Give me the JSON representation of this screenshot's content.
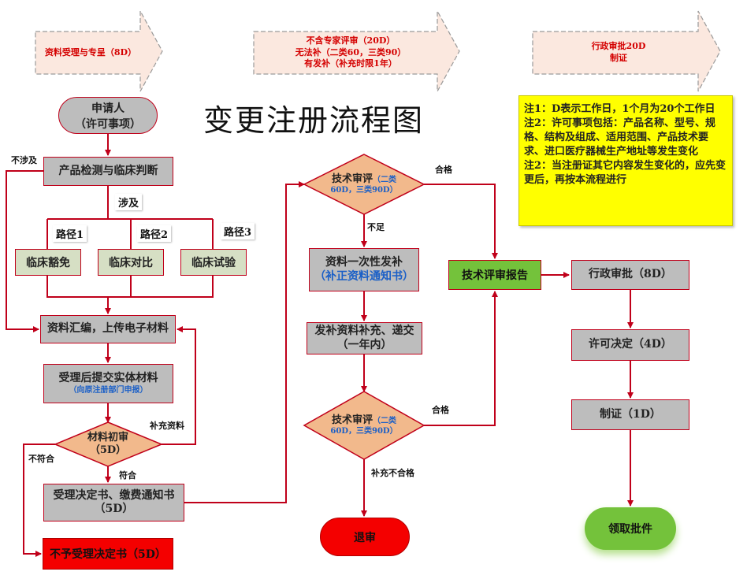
{
  "title": "变更注册流程图",
  "phases": [
    {
      "lines": [
        "资料受理与专呈（8D）"
      ]
    },
    {
      "lines": [
        "不含专家评审（20D）",
        "无法补（二类60，三类90）",
        "有发补（补充时限1年）"
      ]
    },
    {
      "lines": [
        "行政审批20D",
        "制证"
      ]
    }
  ],
  "nodes": {
    "applicant": {
      "line1": "申请人",
      "line2": "（许可事项）"
    },
    "product_test": "产品检测与临床判断",
    "involves": "涉及",
    "not_involves": "不涉及",
    "path1": "路径1",
    "path2": "路径2",
    "path3": "路径3",
    "clinical_exempt": "临床豁免",
    "clinical_compare": "临床对比",
    "clinical_trial": "临床试验",
    "compile": "资料汇编，上传电子材料",
    "submit_physical": {
      "main": "受理后提交实体材料",
      "sub": "（向原注册部门申报）"
    },
    "initial_review": {
      "line1": "材料初审",
      "line2": "（5D）"
    },
    "supplement_materials": "补充资料",
    "not_compliant": "不符合",
    "compliant": "符合",
    "acceptance_notice": "受理决定书、缴费通知书（5D）",
    "rejection_notice": "不予受理决定书（5D）",
    "tech_review_1": {
      "main": "技术审评",
      "sub1": "（二类",
      "sub2": "60D，三类90D）"
    },
    "pass_1": "合格",
    "insufficient": "不足",
    "one_time_supplement": {
      "main": "资料一次性发补",
      "sub": "（补正资料通知书）"
    },
    "supplement_submit": {
      "line1": "发补资料补充、递交",
      "line2": "（一年内）"
    },
    "tech_review_2": {
      "main": "技术审评",
      "sub1": "（二类",
      "sub2": "60D，三类90D）"
    },
    "pass_2": "合格",
    "supplement_fail": "补充不合格",
    "withdraw": "退审",
    "tech_report": "技术评审报告",
    "admin_approval": "行政审批（8D）",
    "license_decision": "许可决定（4D）",
    "certificate": "制证（1D）",
    "collect": "领取批件"
  },
  "notes": [
    "注1：D表示工作日，1个月为20个工作日",
    "注2：许可事项包括：产品名称、型号、规格、结构及组成、适用范围、产品技术要求、进口医疗器械生产地址等发生变化",
    "注2：当注册证其它内容发生变化的，应先变更后，再按本流程进行"
  ],
  "colors": {
    "edge": "#c0001a",
    "box": "#bdbdbd",
    "diamond": "#f2b98c",
    "note": "#ffff00",
    "green_light": "#d6dfc4",
    "green_bright": "#74c23b",
    "red": "#f40000",
    "phase_arrow": "#fbe8df"
  }
}
